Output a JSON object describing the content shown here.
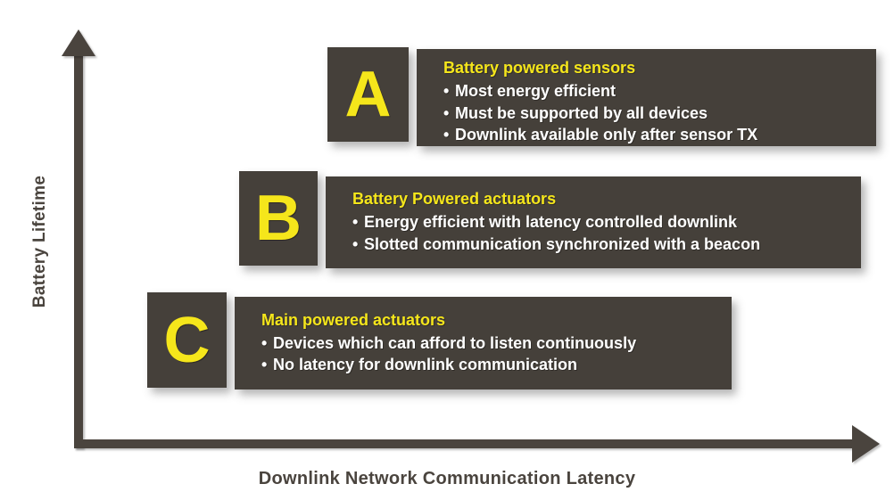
{
  "axes": {
    "y_title": "Battery Lifetime",
    "x_title": "Downlink Network Communication Latency",
    "y_arrow_icon": "arrow-up-icon",
    "x_arrow_icon": "arrow-right-icon",
    "axis_color": "#4a443e"
  },
  "theme": {
    "panel_background": "#45403a",
    "heading_color": "#f5e61b",
    "body_color": "#ffffff",
    "page_background": "#ffffff"
  },
  "classes": [
    {
      "letter": "A",
      "heading": "Battery powered sensors",
      "bullets": [
        "Most energy efficient",
        "Must be supported by all devices",
        "Downlink available only after sensor TX"
      ]
    },
    {
      "letter": "B",
      "heading": "Battery Powered actuators",
      "bullets": [
        "Energy efficient with latency controlled downlink",
        "Slotted communication synchronized with a beacon"
      ]
    },
    {
      "letter": "C",
      "heading": "Main powered actuators",
      "bullets": [
        "Devices which can afford to listen continuously",
        "No latency for downlink communication"
      ]
    }
  ],
  "bullet_marker": "•"
}
